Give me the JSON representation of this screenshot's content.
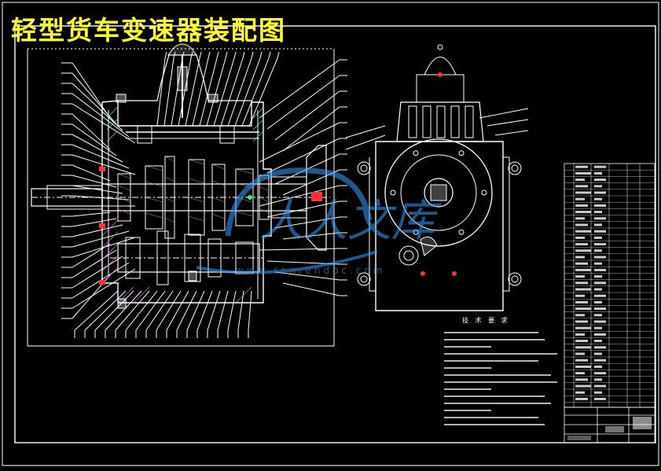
{
  "title": "轻型货车变速器装配图",
  "notes_heading": "技 术 要 求",
  "colors": {
    "background": "#000000",
    "lines": "#ffffff",
    "title": "#ffff33",
    "hatch_a": "#ff66ff",
    "hatch_b": "#33ffff",
    "seal": "#ff3333",
    "leader": "#ff4444",
    "watermark": "#3aa0ff"
  },
  "watermark_text": "人人文库",
  "watermark_url": "www.renrendoc.com"
}
